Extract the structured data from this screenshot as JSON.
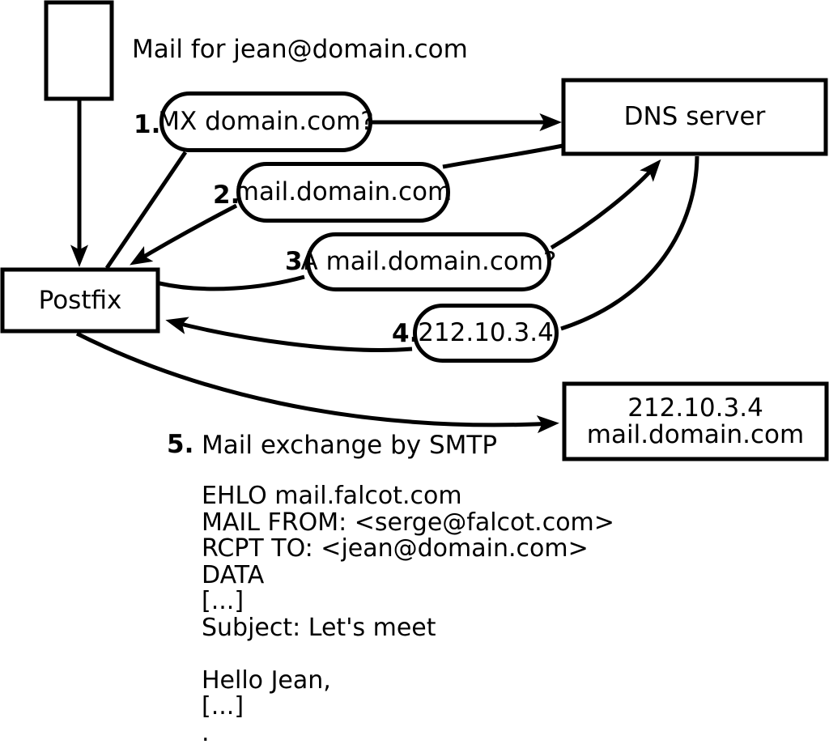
{
  "nodes": {
    "mail_note": "Mail for jean@domain.com",
    "postfix": "Postfix",
    "dns_server": "DNS server",
    "mail_server": {
      "line1": "212.10.3.4",
      "line2": "mail.domain.com"
    }
  },
  "steps": [
    {
      "num": "1.",
      "label": "MX domain.com?"
    },
    {
      "num": "2.",
      "label": "mail.domain.com"
    },
    {
      "num": "3.",
      "label": "A mail.domain.com?"
    },
    {
      "num": "4.",
      "label": "212.10.3.4"
    },
    {
      "num": "5.",
      "label": "Mail exchange by SMTP"
    }
  ],
  "smtp": {
    "lines": [
      "EHLO mail.falcot.com",
      "MAIL FROM: <serge@falcot.com>",
      "RCPT TO: <jean@domain.com>",
      "DATA",
      "[...]",
      "Subject: Let's meet",
      "",
      "Hello Jean,",
      "[...]",
      "."
    ]
  },
  "colors": {
    "ink": "#000000",
    "background": "#ffffff"
  }
}
